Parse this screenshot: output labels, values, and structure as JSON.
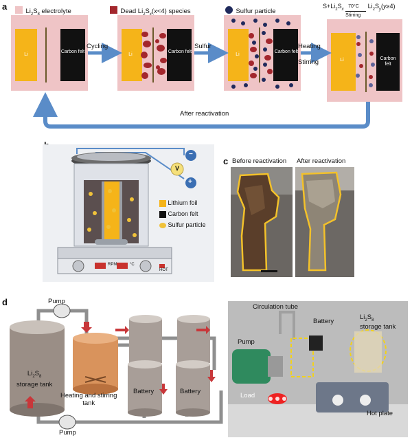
{
  "panel_a": {
    "letter": "a",
    "legend": [
      {
        "swatch_color": "#efc4c6",
        "label_parts": [
          "Li",
          "2",
          "S",
          "8",
          " electrolyte"
        ]
      },
      {
        "swatch_color": "#a3272d",
        "label_parts": [
          "Dead Li",
          "2",
          "S",
          "x",
          "(",
          "x",
          "<4) species"
        ]
      },
      {
        "swatch_color": "#1f2a5c",
        "label": "Sulfur particle"
      }
    ],
    "reaction": {
      "left": "S+Li",
      "left_sub": "2",
      "left2": "S",
      "left2_sub": "x",
      "above": "70°C",
      "below": "Stirring",
      "right": "Li",
      "right_sub": "2",
      "right2": "S",
      "right2_sub": "y",
      "right3": "(",
      "right_y": "y",
      "right4": "≥4)"
    },
    "cells": [
      {
        "li": "Li",
        "cf": "Carbon felt"
      },
      {
        "li": "Li",
        "cf": "Carbon felt"
      },
      {
        "li": "Li",
        "cf": "Carbon felt"
      },
      {
        "li": "Li",
        "cf": "Carbon felt"
      }
    ],
    "arrows": [
      "Cycling",
      "Sulfur",
      "Heating",
      "Stirring"
    ],
    "return_label": "After reactivation",
    "colors": {
      "electrolyte": "#efc4c6",
      "lithium": "#f5b419",
      "carbon_felt": "#111111",
      "dead": "#a3272d",
      "sulfur": "#1f2a5c",
      "arrow": "#5a8cc8"
    }
  },
  "panel_b": {
    "letter": "b",
    "voltmeter": "V",
    "minus": "−",
    "plus": "+",
    "legend": [
      "Lithium foil",
      "Carbon felt",
      "Sulfur particle"
    ],
    "hotplate": {
      "rpm": "RPM",
      "unit": "°C",
      "hot": "HOT"
    }
  },
  "panel_c": {
    "letter": "c",
    "before": "Before reactivation",
    "after": "After reactivation"
  },
  "panel_d": {
    "letter": "d",
    "pump_top": "Pump",
    "pump_bottom": "Pump",
    "tank_parts": [
      "Li",
      "2",
      "S",
      "8"
    ],
    "tank_label": "storage tank",
    "heating_label": "Heating and stirring",
    "heating_label2": "tank",
    "battery1": "Battery",
    "battery2": "Battery",
    "photo": {
      "circulation": "Circulation tube",
      "pump": "Pump",
      "battery": "Battery",
      "tank_parts": [
        "Li",
        "2",
        "S",
        "8"
      ],
      "tank_label1": "storage tank",
      "load": "Load",
      "hotplate": "Hot plate"
    }
  }
}
